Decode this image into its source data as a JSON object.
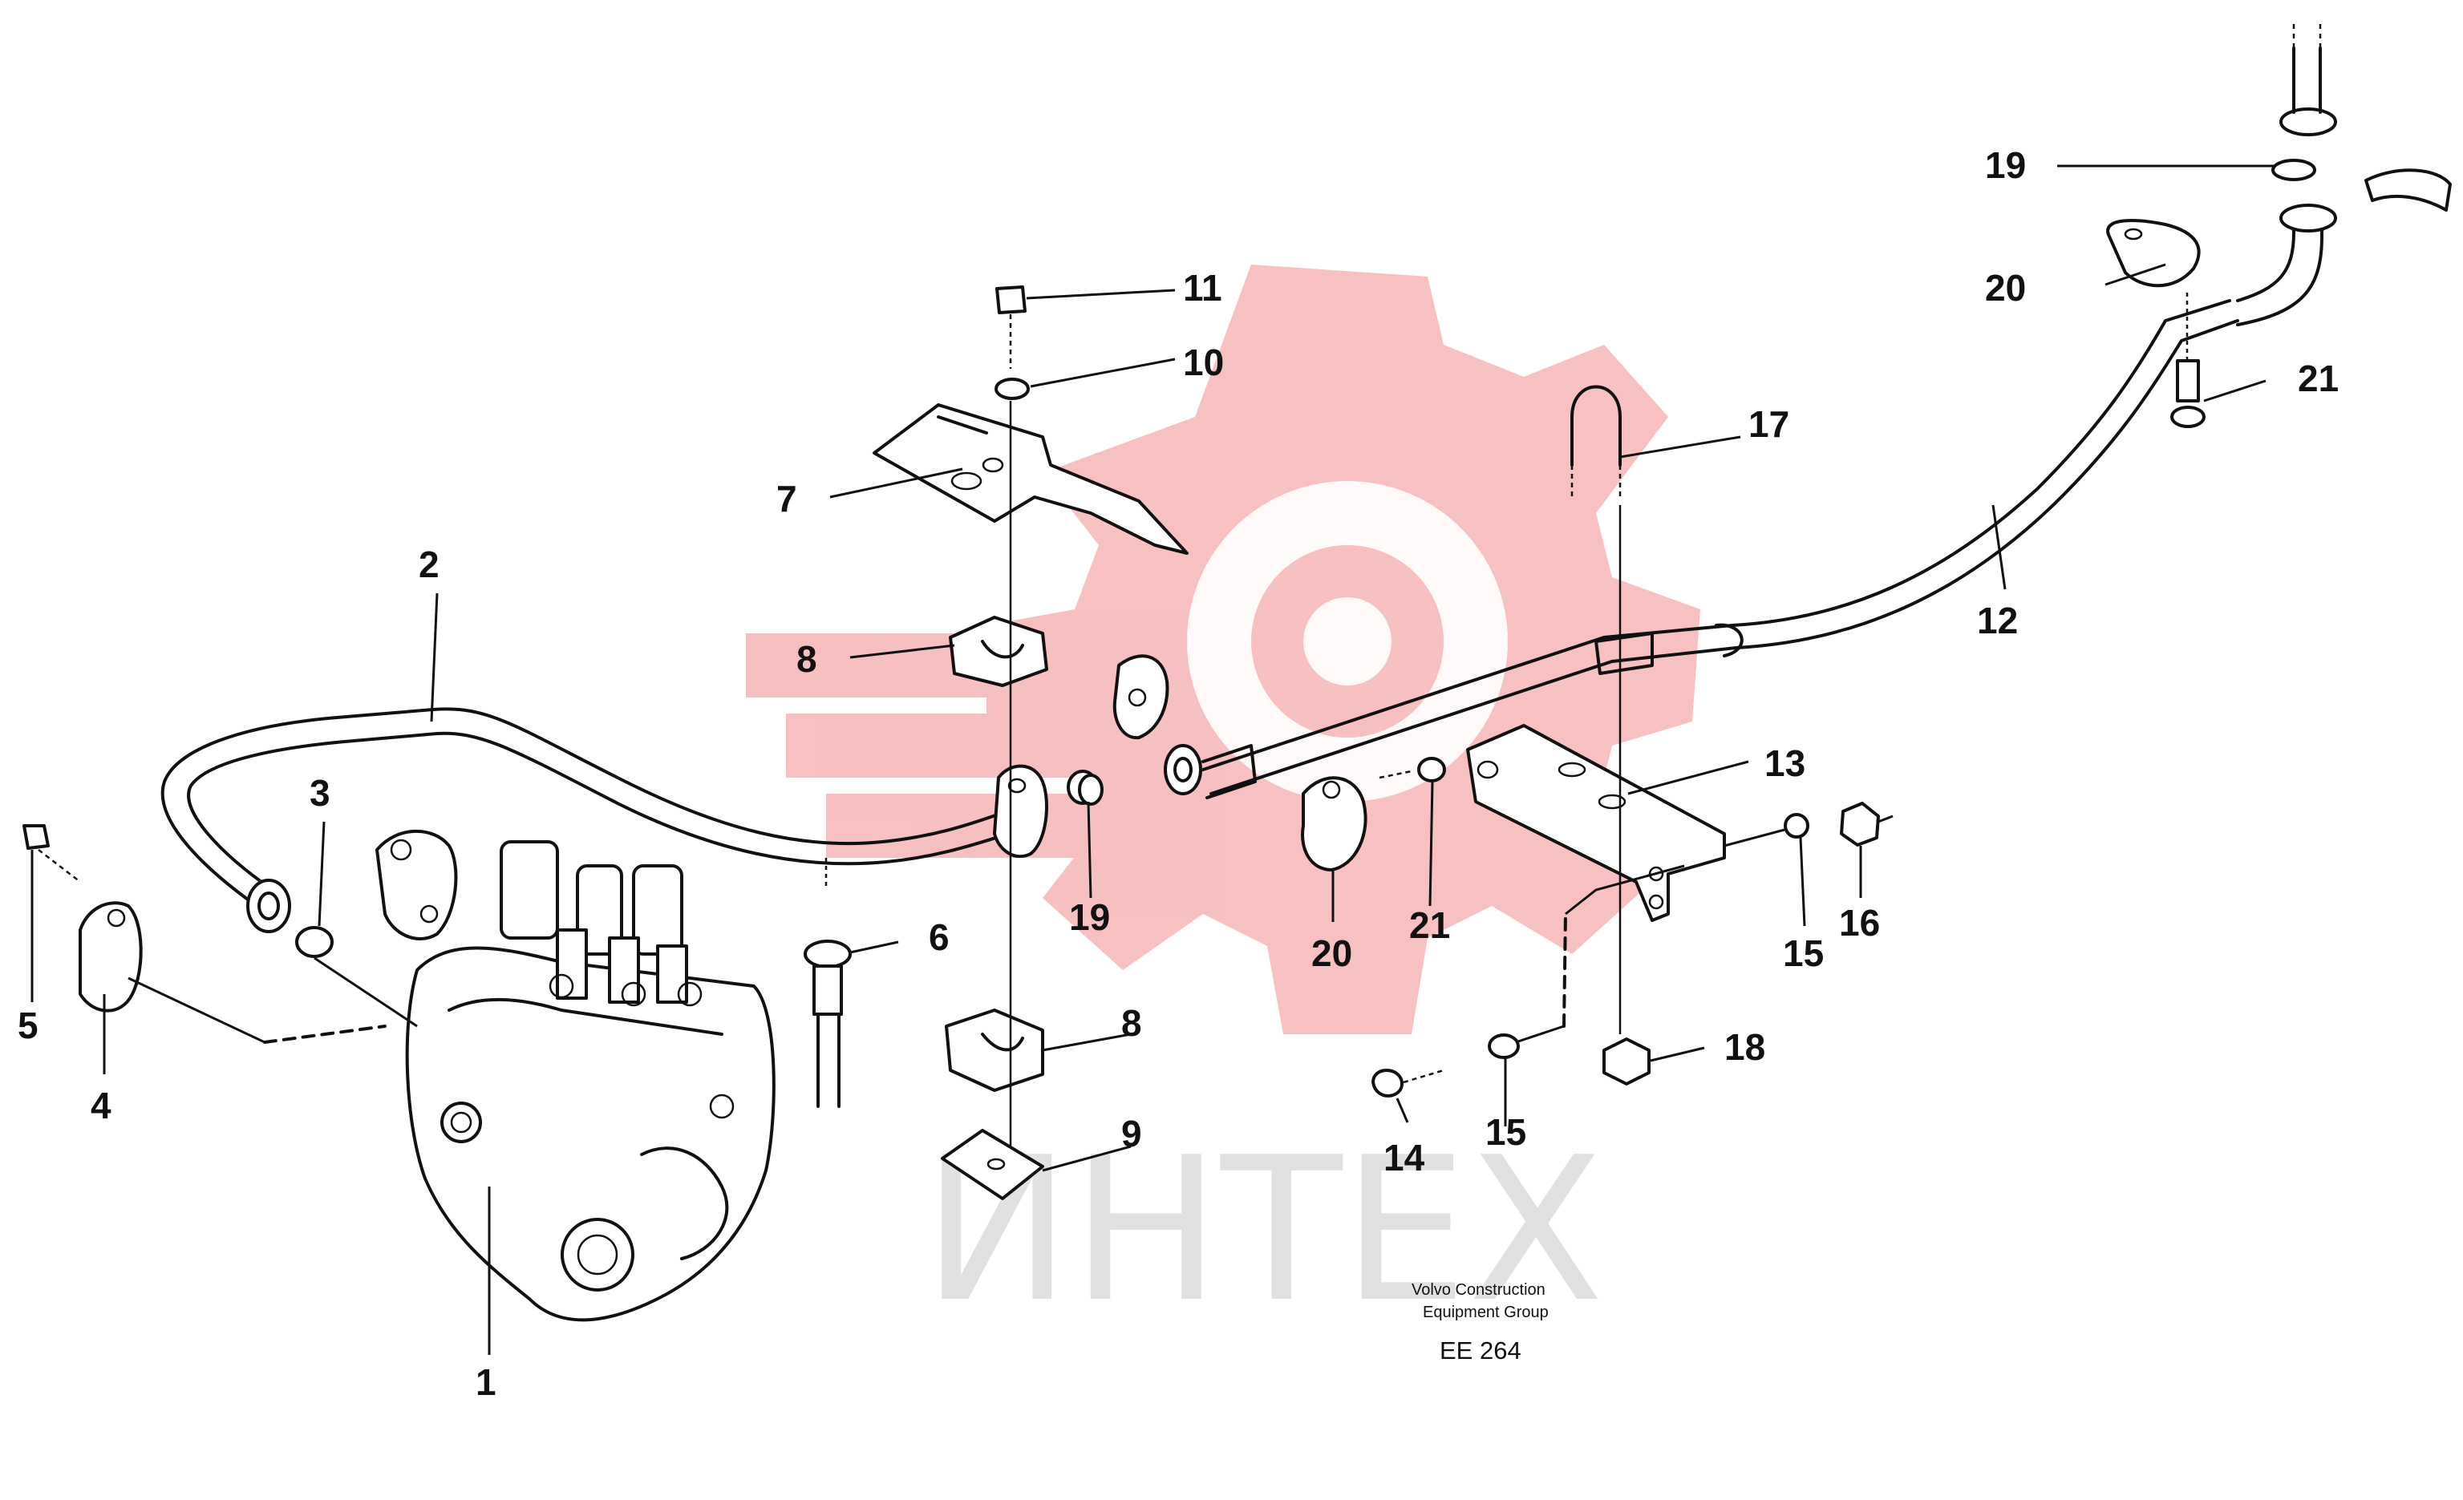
{
  "diagram": {
    "callouts": [
      {
        "id": "c1",
        "text": "1"
      },
      {
        "id": "c2",
        "text": "2"
      },
      {
        "id": "c3",
        "text": "3"
      },
      {
        "id": "c4",
        "text": "4"
      },
      {
        "id": "c5",
        "text": "5"
      },
      {
        "id": "c6",
        "text": "6"
      },
      {
        "id": "c7",
        "text": "7"
      },
      {
        "id": "c8a",
        "text": "8"
      },
      {
        "id": "c8b",
        "text": "8"
      },
      {
        "id": "c9",
        "text": "9"
      },
      {
        "id": "c10",
        "text": "10"
      },
      {
        "id": "c11",
        "text": "11"
      },
      {
        "id": "c12",
        "text": "12"
      },
      {
        "id": "c13",
        "text": "13"
      },
      {
        "id": "c14",
        "text": "14"
      },
      {
        "id": "c15a",
        "text": "15"
      },
      {
        "id": "c15b",
        "text": "15"
      },
      {
        "id": "c16",
        "text": "16"
      },
      {
        "id": "c17",
        "text": "17"
      },
      {
        "id": "c18",
        "text": "18"
      },
      {
        "id": "c19a",
        "text": "19"
      },
      {
        "id": "c19b",
        "text": "19"
      },
      {
        "id": "c20a",
        "text": "20"
      },
      {
        "id": "c20b",
        "text": "20"
      },
      {
        "id": "c21a",
        "text": "21"
      },
      {
        "id": "c21b",
        "text": "21"
      }
    ],
    "caption_line1": "Volvo Construction",
    "caption_line2": "Equipment Group",
    "code": "EE 264"
  },
  "watermark": {
    "text": "ИНТЕХ",
    "logo_color": "#f3a3a3",
    "text_color": "#e1e1e1"
  }
}
